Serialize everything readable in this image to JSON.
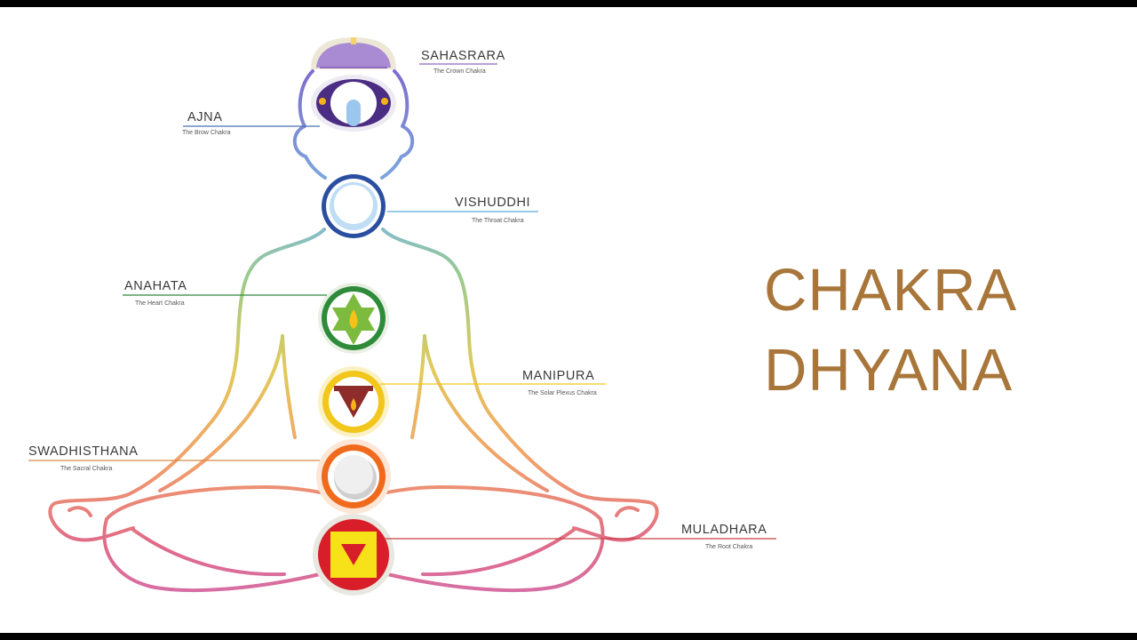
{
  "title": {
    "line1": "CHAKRA",
    "line2": "DHYANA",
    "color": "#A8763A"
  },
  "chakras": [
    {
      "name": "SAHASRARA",
      "subtitle": "The Crown Chakra",
      "color": "#8E6BBF"
    },
    {
      "name": "AJNA",
      "subtitle": "The Brow Chakra",
      "color": "#4B2E83"
    },
    {
      "name": "VISHUDDHI",
      "subtitle": "The Throat Chakra",
      "color": "#2A4FA0"
    },
    {
      "name": "ANAHATA",
      "subtitle": "The Heart Chakra",
      "color": "#2E8B3A"
    },
    {
      "name": "MANIPURA",
      "subtitle": "The Solar Plexus Chakra",
      "color": "#F2C61A"
    },
    {
      "name": "SWADHISTHANA",
      "subtitle": "The Sacral Chakra",
      "color": "#F06A1E"
    },
    {
      "name": "MULADHARA",
      "subtitle": "The Root Chakra",
      "color": "#D81E28"
    }
  ]
}
